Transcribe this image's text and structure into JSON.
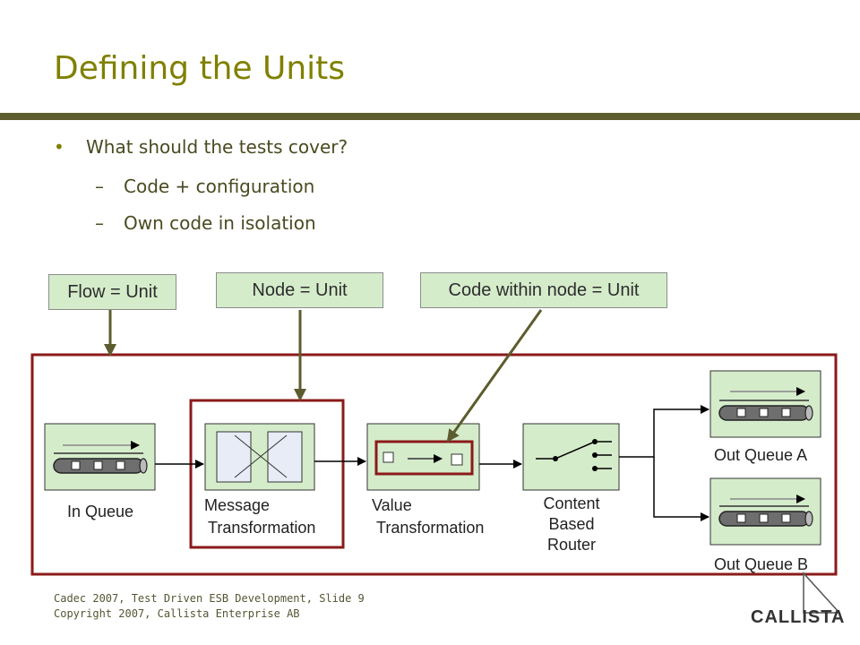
{
  "slide": {
    "title": "Defining the Units",
    "bullets": {
      "main": "What should the tests cover?",
      "sub1": "Code + configuration",
      "sub2": "Own code in isolation"
    },
    "bullet_glyph": "•",
    "dash_glyph": "–"
  },
  "labels": {
    "flow": "Flow = Unit",
    "node": "Node = Unit",
    "code": "Code within node = Unit"
  },
  "nodes": {
    "in_queue": "In Queue",
    "message_line1": "Message",
    "message_line2": "Transformation",
    "value_line1": "Value",
    "value_line2": "Transformation",
    "router_line1": "Content",
    "router_line2": "Based",
    "router_line3": "Router",
    "out_a": "Out Queue A",
    "out_b": "Out Queue B"
  },
  "footer": {
    "line1": "Cadec 2007, Test Driven ESB Development, Slide 9",
    "line2": "Copyright 2007, Callista Enterprise AB"
  },
  "logo": {
    "text": "CALLISTA"
  },
  "colors": {
    "title": "#808000",
    "rule": "#5c5c2e",
    "unit_border": "#8b1a1a",
    "node_fill": "#d5eccb",
    "arrow": "#5c5c2e",
    "flow_line": "#000000"
  }
}
